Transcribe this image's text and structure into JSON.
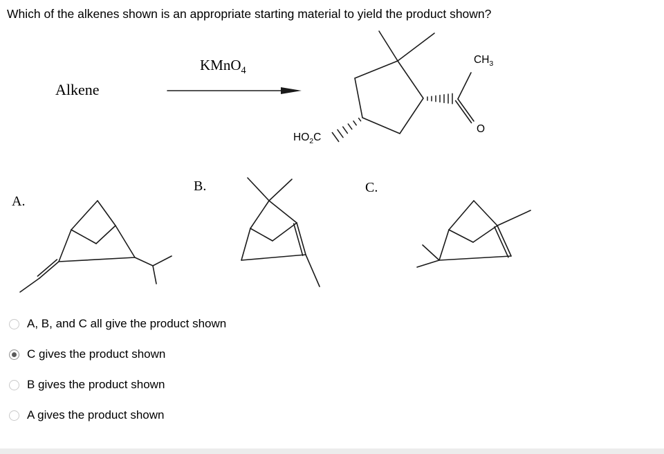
{
  "question": "Which of the alkenes shown is an appropriate starting material to yield the product shown?",
  "reaction": {
    "reactant_label": "Alkene",
    "reagent": {
      "base": "KMnO",
      "sub": "4"
    }
  },
  "product": {
    "acid_group": {
      "pre": "HO",
      "sub": "2",
      "post": "C"
    },
    "methyl_group": {
      "base": "CH",
      "sub": "3"
    },
    "oxygen": "O"
  },
  "structures": [
    {
      "label": "A."
    },
    {
      "label": "B."
    },
    {
      "label": "C."
    }
  ],
  "options": [
    {
      "label": "A, B, and C all give the product shown",
      "selected": false
    },
    {
      "label": "C gives the product shown",
      "selected": true
    },
    {
      "label": "B gives the product shown",
      "selected": false
    },
    {
      "label": "A gives the product shown",
      "selected": false
    }
  ]
}
